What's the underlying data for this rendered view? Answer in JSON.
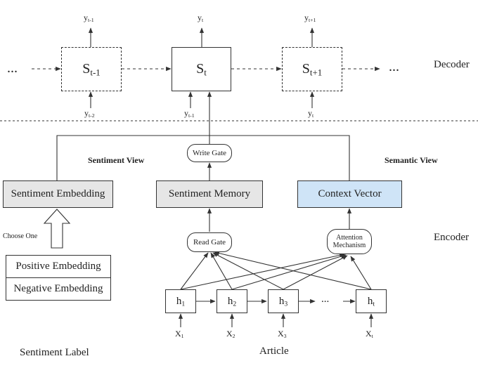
{
  "decoder": {
    "label": "Decoder",
    "ellipsis_left": "...",
    "ellipsis_right": "...",
    "states": [
      {
        "base": "S",
        "sub": "t-1",
        "out_base": "y",
        "out_sub": "t-1",
        "in_base": "y",
        "in_sub": "t-2"
      },
      {
        "base": "S",
        "sub": "t",
        "out_base": "y",
        "out_sub": "t",
        "in_base": "y",
        "in_sub": "t-1"
      },
      {
        "base": "S",
        "sub": "t+1",
        "out_base": "y",
        "out_sub": "t+1",
        "in_base": "y",
        "in_sub": "t"
      }
    ]
  },
  "views": {
    "sentiment": "Sentiment View",
    "semantic": "Semantic View"
  },
  "gates": {
    "write": "Write Gate",
    "read": "Read Gate",
    "attention_line1": "Attention",
    "attention_line2": "Mechanism"
  },
  "boxes": {
    "sentiment_embedding": "Sentiment Embedding",
    "sentiment_memory": "Sentiment Memory",
    "context_vector": "Context Vector",
    "positive_embedding": "Positive Embedding",
    "negative_embedding": "Negative Embedding"
  },
  "choose_one": "Choose One",
  "encoder": {
    "label": "Encoder",
    "ellipsis": "...",
    "hidden": [
      {
        "base": "h",
        "sub": "1",
        "x_base": "X",
        "x_sub": "1"
      },
      {
        "base": "h",
        "sub": "2",
        "x_base": "X",
        "x_sub": "2"
      },
      {
        "base": "h",
        "sub": "3",
        "x_base": "X",
        "x_sub": "3"
      },
      {
        "base": "h",
        "sub": "t",
        "x_base": "X",
        "x_sub": "t"
      }
    ]
  },
  "bottom_labels": {
    "sentiment_label": "Sentiment Label",
    "article": "Article"
  },
  "colors": {
    "memory_fill": "#e6e6e6",
    "context_fill": "#cfe4f7",
    "line": "#333333"
  }
}
